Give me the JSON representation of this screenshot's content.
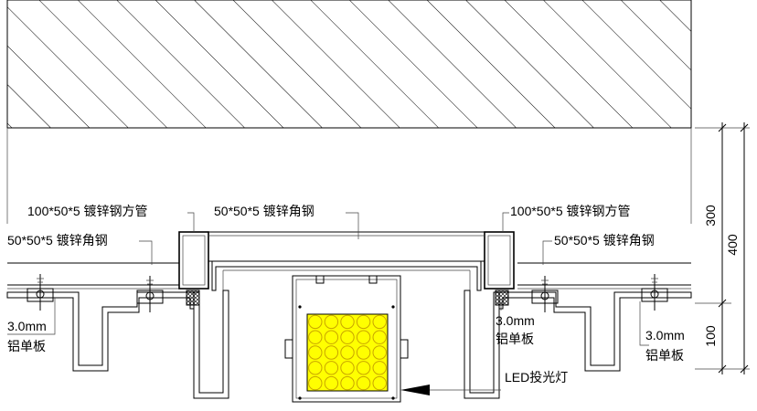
{
  "labels": {
    "tube_left": "100*50*5 镀锌钢方管",
    "tube_right": "100*50*5 镀锌钢方管",
    "angle_top": "50*50*5 镀锌角钢",
    "angle_left": "50*50*5 镀锌角钢",
    "angle_right": "50*50*5 镀锌角钢",
    "panel_left_thickness": "3.0mm",
    "panel_left_material": "铝单板",
    "panel_mid_thickness": "3.0mm",
    "panel_mid_material": "铝单板",
    "panel_right_thickness": "3.0mm",
    "panel_right_material": "铝单板",
    "led": "LED投光灯"
  },
  "dimensions": {
    "d300": "300",
    "d400": "400",
    "d100": "100"
  },
  "colors": {
    "led_fill": "#ffff00",
    "led_grid": "#c8a400"
  }
}
